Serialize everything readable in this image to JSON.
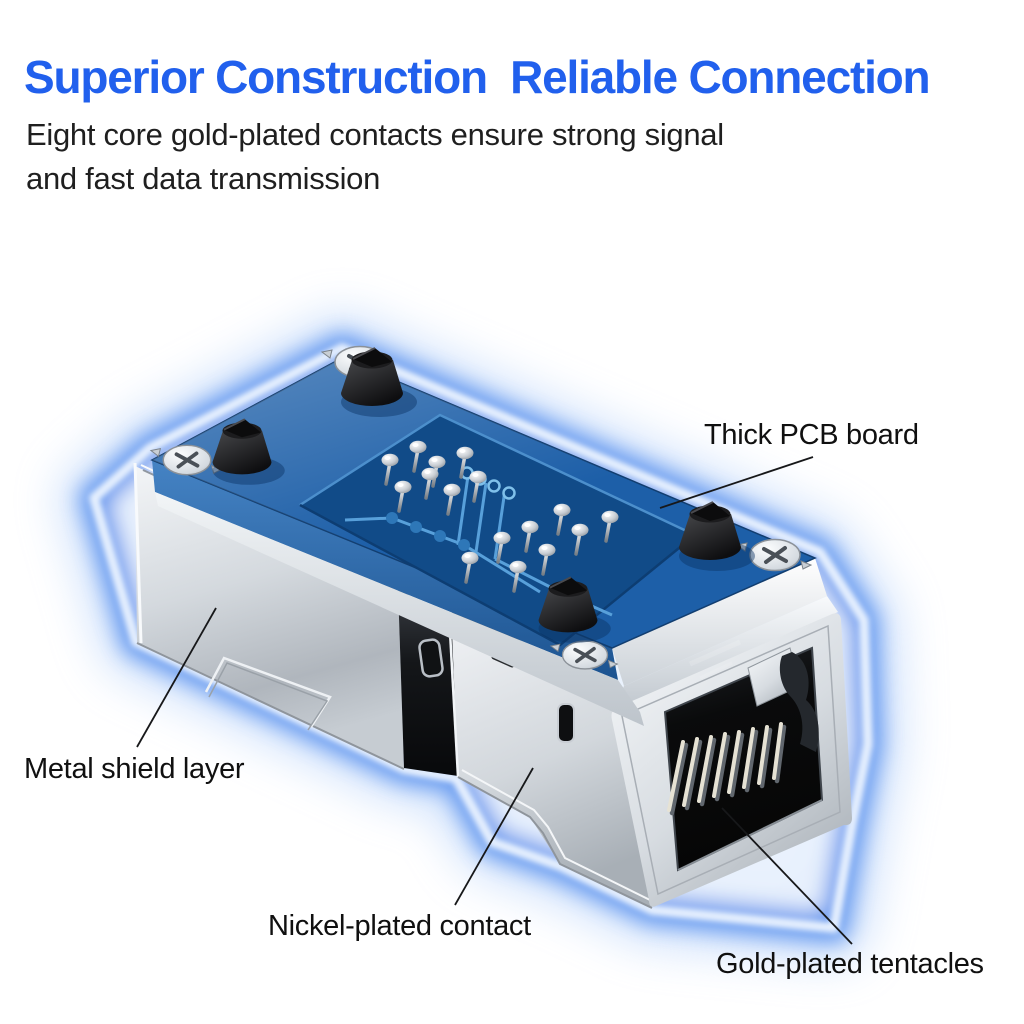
{
  "header": {
    "title": "Superior Construction  Reliable Connection",
    "subtitle_line1": "Eight core gold-plated contacts ensure strong signal",
    "subtitle_line2": "and fast data transmission"
  },
  "annotations": {
    "pcb": {
      "label": "Thick PCB board"
    },
    "shield": {
      "label": "Metal shield layer"
    },
    "contact": {
      "label": "Nickel-plated contact"
    },
    "tentacles": {
      "label": "Gold-plated tentacles"
    }
  },
  "colors": {
    "title_blue": "#2160ed",
    "subtitle_dark": "#1f1f1f",
    "label_dark": "#101010",
    "leader_line": "#17181a",
    "pcb_blue": "#1d5fa8",
    "pcb_panel_blue": "#114b88",
    "trace_blue": "#58a0da",
    "glow_blue": "#5b93ee",
    "metal_silver": "#d4d9de",
    "port_black": "#0a0a0a"
  }
}
